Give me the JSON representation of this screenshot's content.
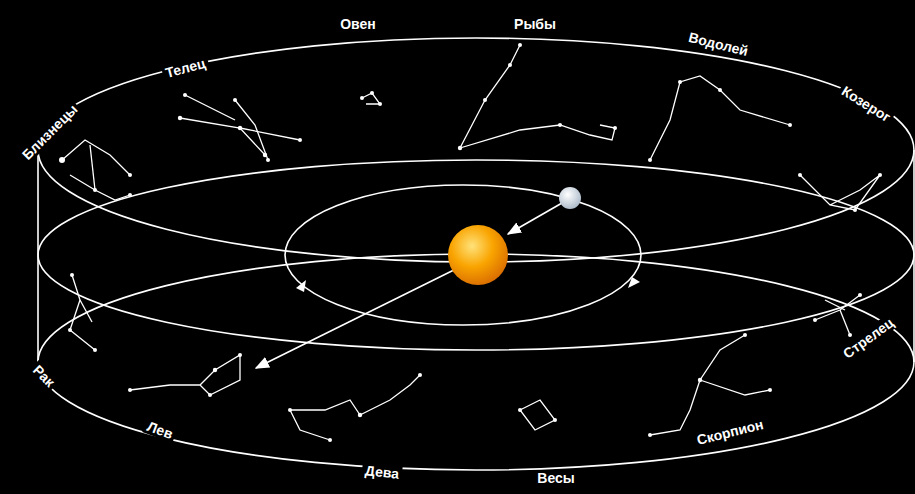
{
  "diagram": {
    "labels": [
      "Овен",
      "Рыбы",
      "Водолей",
      "Козерог",
      "Стрелец",
      "Скорпион",
      "Весы",
      "Дева",
      "Лев",
      "Рак",
      "Близнецы",
      "Телец"
    ]
  }
}
